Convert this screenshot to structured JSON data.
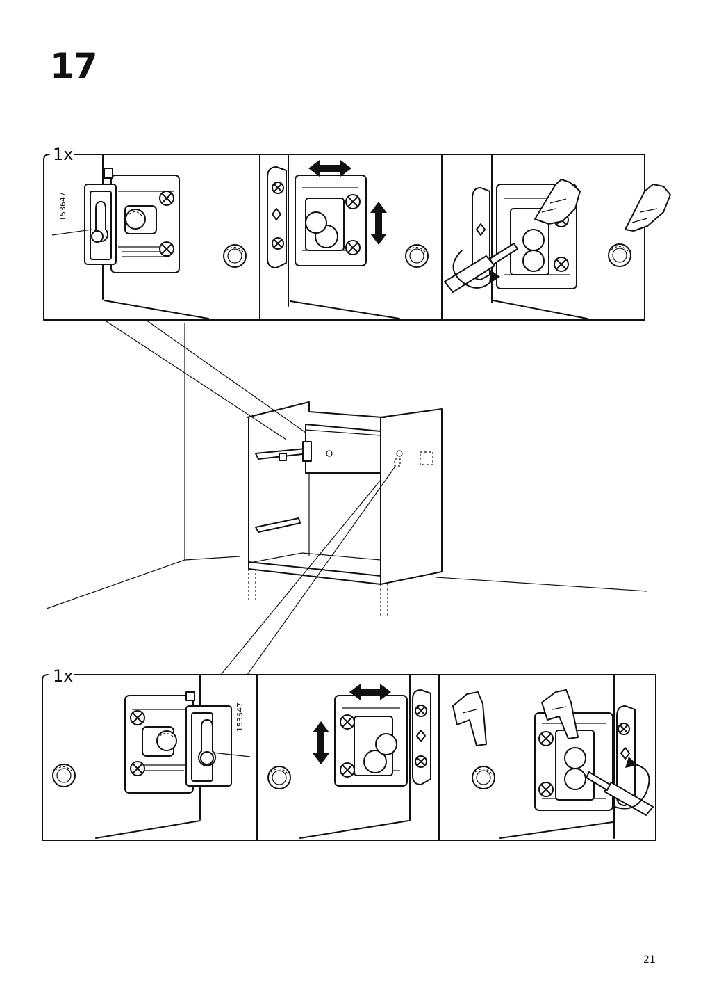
{
  "step": {
    "number": "17"
  },
  "top_row": {
    "quantity": "1x",
    "part_number": "153647"
  },
  "bottom_row": {
    "quantity": "1x",
    "part_number": "153647"
  },
  "page": {
    "number": "21"
  },
  "icons": [
    "double-arrow-icon",
    "screwdriver-icon",
    "rotate-arrow-icon",
    "finger-press-icon",
    "dowel-icon",
    "screw-icon"
  ]
}
